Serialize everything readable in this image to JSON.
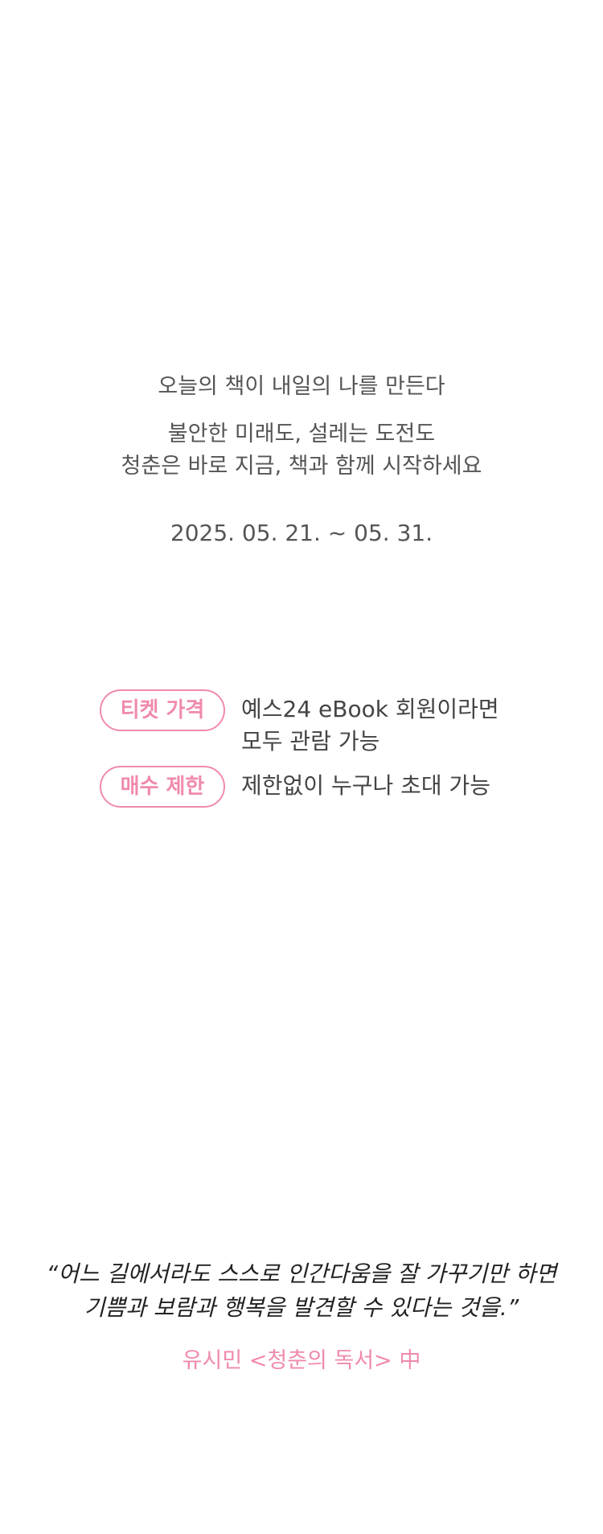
{
  "intro": {
    "tagline": "오늘의 책이 내일의 나를 만든다",
    "description_lines": [
      "불안한 미래도, 설레는 도전도",
      "청춘은 바로 지금, 책과 함께 시작하세요"
    ],
    "period": "2025. 05. 21. ~ 05. 31."
  },
  "info": [
    {
      "badge": "티켓 가격",
      "lines": [
        "예스24 eBook 회원이라면",
        "모두 관람 가능"
      ]
    },
    {
      "badge": "매수 제한",
      "lines": [
        "제한없이 누구나 초대 가능"
      ]
    }
  ],
  "quote": {
    "lines": [
      "“어느 길에서라도 스스로 인간다움을 잘 가꾸기만 하면",
      "기쁨과 보람과 행복을 발견할 수 있다는 것을.”"
    ],
    "source": "유시민 <청춘의 독서> 中"
  },
  "colors": {
    "accent": "#f08aad",
    "text": "#555555",
    "quote_text": "#222222"
  }
}
